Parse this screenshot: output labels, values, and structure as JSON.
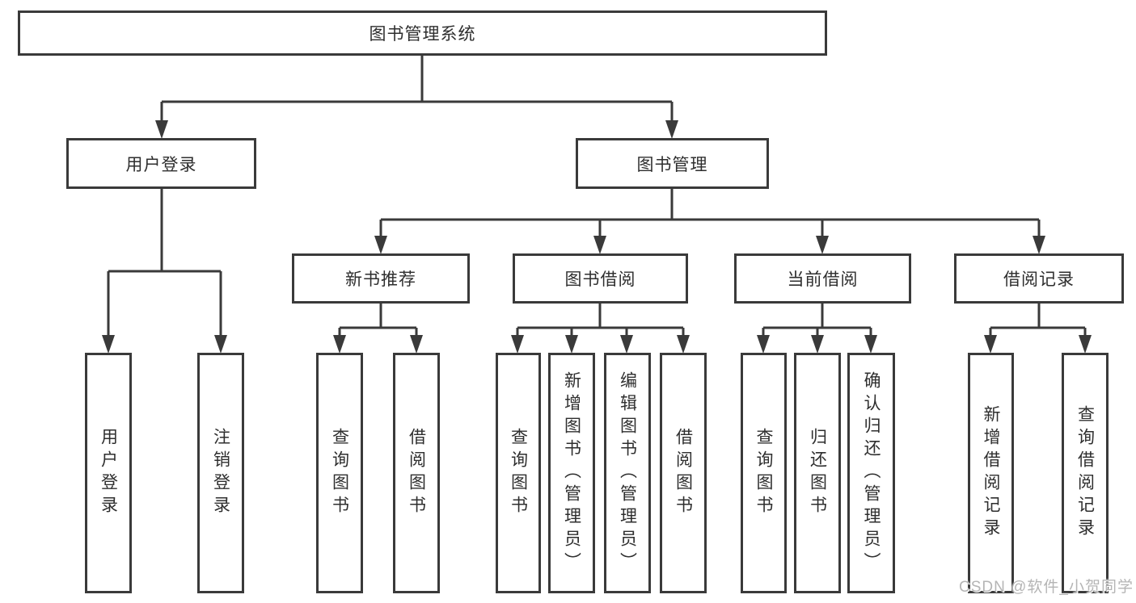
{
  "diagram_title": "图书管理系统",
  "tree": {
    "root": {
      "label": "图书管理系统"
    },
    "branches": [
      {
        "label": "用户登录",
        "children": [
          {
            "label": "用户登录"
          },
          {
            "label": "注销登录"
          }
        ]
      },
      {
        "label": "图书管理",
        "children": [
          {
            "label": "新书推荐",
            "children": [
              {
                "label": "查询图书"
              },
              {
                "label": "借阅图书"
              }
            ]
          },
          {
            "label": "图书借阅",
            "children": [
              {
                "label": "查询图书"
              },
              {
                "label": "新增图书（管理员）"
              },
              {
                "label": "编辑图书（管理员）"
              },
              {
                "label": "借阅图书"
              }
            ]
          },
          {
            "label": "当前借阅",
            "children": [
              {
                "label": "查询图书"
              },
              {
                "label": "归还图书"
              },
              {
                "label": "确认归还（管理员）"
              }
            ]
          },
          {
            "label": "借阅记录",
            "children": [
              {
                "label": "新增借阅记录"
              },
              {
                "label": "查询借阅记录"
              }
            ]
          }
        ]
      }
    ]
  },
  "watermark": {
    "text": "CSDN @软件_小贺同学"
  },
  "colors": {
    "line": "#3a3a3a",
    "box_border": "#3a3a3a",
    "text": "#2e2e2e",
    "background": "#ffffff",
    "watermark": "#b5b5b5"
  }
}
